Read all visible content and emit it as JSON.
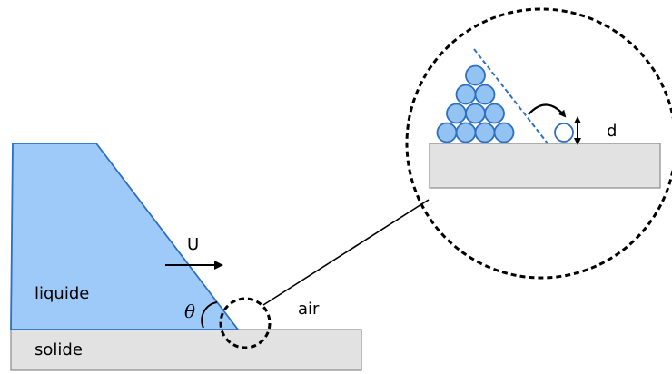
{
  "labels": {
    "liquid": "liquide",
    "solid": "solide",
    "air": "air",
    "velocity": "U",
    "angle": "θ",
    "height": "d"
  },
  "colors": {
    "liquid_fill": "#9dcaf9",
    "liquid_edge": "#2e6fc4",
    "solid_fill": "#e2e2e2",
    "solid_edge": "#8a8a8a",
    "molecule_fill": "#93c3f2",
    "molecule_edge": "#2e6fc4",
    "dashed_line": "#2e6fc4"
  },
  "zoom": {
    "molecule_rows": [
      4,
      3,
      2,
      1
    ],
    "detached_molecules": 1,
    "jump_arrow": "curved"
  }
}
